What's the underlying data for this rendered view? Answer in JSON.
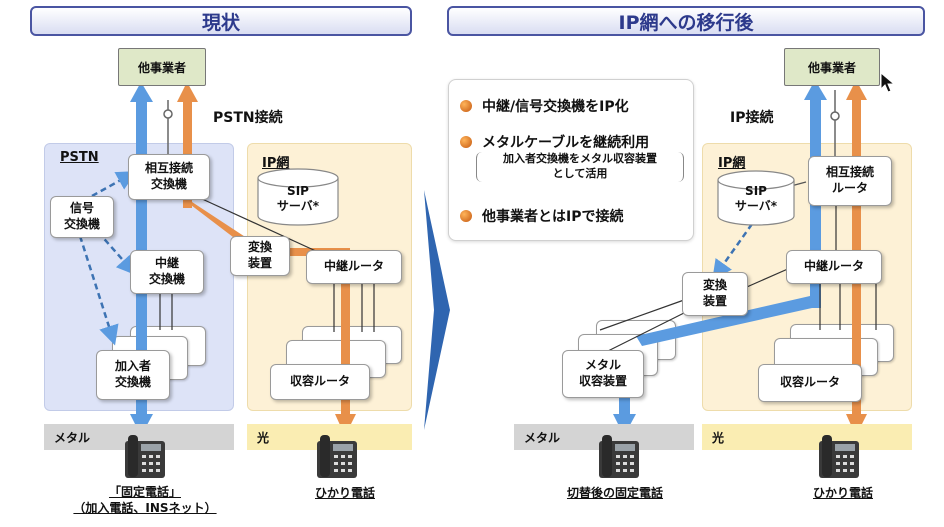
{
  "left": {
    "header": "現状",
    "carrier": "他事業者",
    "connection_label": "PSTN接続",
    "pstn_label": "PSTN",
    "ip_label": "IP網",
    "nodes": {
      "interconnect": "相互接続\n交換機",
      "signal": "信号\n交換機",
      "relay": "中継\n交換機",
      "subscriber": "加入者\n交換機",
      "converter": "変換\n装置",
      "relay_router": "中継ルータ",
      "access_router": "収容ルータ",
      "sip": "SIP\nサーバ*"
    },
    "strip_metal": "メタル",
    "strip_fiber": "光",
    "caption_fixed": "「固定電話」\n（加入電話、INSネット）",
    "caption_hikari": "ひかり電話"
  },
  "right": {
    "header": "IP網への移行後",
    "carrier": "他事業者",
    "connection_label": "IP接続",
    "ip_label": "IP網",
    "nodes": {
      "interconnect": "相互接続\nルータ",
      "sip": "SIP\nサーバ*",
      "relay_router": "中継ルータ",
      "converter": "変換\n装置",
      "access_router": "収容ルータ",
      "metal_access": "メタル\n収容装置"
    },
    "strip_metal": "メタル",
    "strip_fiber": "光",
    "caption_fixed": "切替後の固定電話",
    "caption_hikari": "ひかり電話"
  },
  "legend": {
    "items": [
      "中継/信号交換機をIP化",
      "メタルケーブルを継続利用",
      "他事業者とはIPで接続"
    ],
    "note": "加入者交換機をメタル収容装置\nとして活用"
  },
  "colors": {
    "blue_path": "#5b9be0",
    "orange_path": "#e8904a",
    "header_border": "#4a55a2",
    "pstn_bg": "#dde3f7",
    "ip_bg": "#fdf1d6",
    "carrier_bg": "#dfe8c8"
  },
  "icons": [
    "telephone-icon",
    "mouse-cursor-icon",
    "chevron-right-icon",
    "bullet-dot-icon"
  ]
}
